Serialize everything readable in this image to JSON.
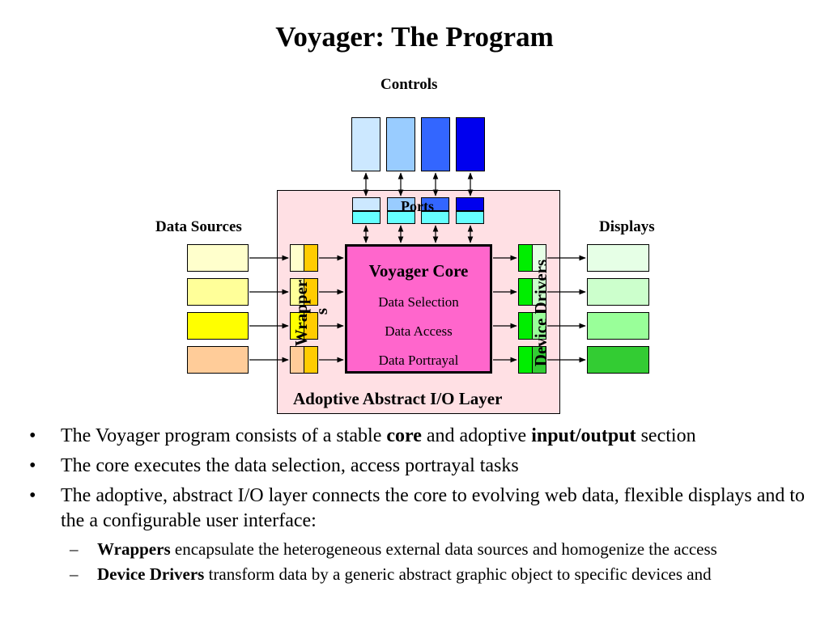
{
  "title": "Voyager: The Program",
  "diagram": {
    "controls_label": "Controls",
    "ports_label": "Ports",
    "data_sources_label": "Data Sources",
    "displays_label": "Displays",
    "wrappers_label": "Wrapper",
    "wrappers_label_wrap": "s",
    "device_drivers_label": "Device Drivers",
    "core_title": "Voyager Core",
    "core_items": [
      "Data Selection",
      "Data Access",
      "Data Portrayal"
    ],
    "layer_label": "Adoptive Abstract I/O Layer",
    "colors": {
      "controls": [
        "#cce8ff",
        "#99ccff",
        "#3366ff",
        "#0000ee"
      ],
      "ports_top": [
        "#cce8ff",
        "#99ccff",
        "#3366ff",
        "#0000ee"
      ],
      "ports_bottom": "#66ffff",
      "sources": [
        "#ffffcc",
        "#ffff99",
        "#ffff00",
        "#ffcc99"
      ],
      "wrappers_left": [
        "#ffffcc",
        "#ffff99",
        "#ffff00",
        "#ffcc99"
      ],
      "wrappers_right": "#ffcc00",
      "drivers_left": "#00ee00",
      "drivers_right": [
        "#e6ffe6",
        "#ccffcc",
        "#99ff99",
        "#33cc33"
      ],
      "displays": [
        "#e6ffe6",
        "#ccffcc",
        "#99ff99",
        "#33cc33"
      ],
      "core": "#ff66cc",
      "layer": "#ffe0e4"
    }
  },
  "bullets": {
    "b1_pre": "The Voyager program consists of a stable ",
    "b1_core": "core",
    "b1_mid": " and adoptive ",
    "b1_io": "input/output",
    "b1_post": " section",
    "b2": "The core executes the data selection, access portrayal tasks",
    "b3": "The adoptive, abstract I/O layer connects the core to evolving web data, flexible displays and to the a configurable user interface:",
    "s1_bold": "Wrappers",
    "s1_rest": " encapsulate the heterogeneous external data sources and homogenize the access",
    "s2_bold": "Device Drivers",
    "s2_rest": " transform data by a generic abstract graphic object to specific devices and",
    "bullet_mark": "•",
    "sub_mark": "–"
  }
}
